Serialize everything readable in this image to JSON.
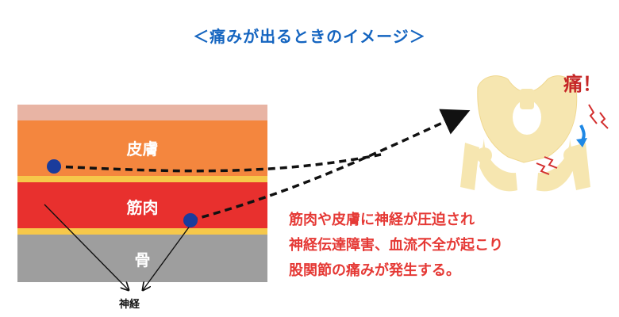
{
  "title": "＜痛みが出るときのイメージ＞",
  "layers": {
    "skin": "皮膚",
    "muscle": "筋肉",
    "bone": "骨"
  },
  "nerve_label": "神経",
  "pain_label": "痛！",
  "description": [
    "筋肉や皮膚に神経が圧迫され",
    "神経伝達障害、血流不全が起こり",
    "股関節の痛みが発生する。"
  ],
  "colors": {
    "title": "#1565c0",
    "skin_top": "#e8b4a4",
    "skin": "#f4863e",
    "fat_line": "#f6c84a",
    "muscle": "#e8302e",
    "bone": "#9e9e9e",
    "nerve_dot": "#1a3c9c",
    "description": "#e53935",
    "pain": "#c62828",
    "pelvis": "#f6e6b0",
    "impact": "#d32f2f",
    "arrow_accent": "#1e88e5"
  }
}
